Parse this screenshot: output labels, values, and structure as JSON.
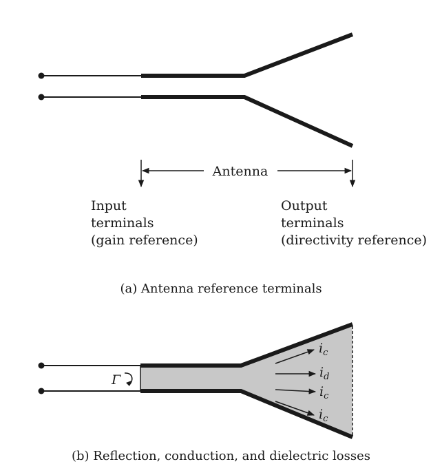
{
  "panel_a": {
    "dimension_label": "Antenna",
    "input_terminals": {
      "line1": "Input",
      "line2": "terminals",
      "line3": "(gain reference)"
    },
    "output_terminals": {
      "line1": "Output",
      "line2": "terminals",
      "line3": "(directivity reference)"
    },
    "caption": "(a)  Antenna reference terminals"
  },
  "panel_b": {
    "reflection_symbol": "Γ",
    "currents": [
      {
        "base": "i",
        "sub": "c"
      },
      {
        "base": "i",
        "sub": "d"
      },
      {
        "base": "i",
        "sub": "c"
      },
      {
        "base": "i",
        "sub": "c"
      }
    ],
    "caption": "(b)  Reflection, conduction, and dielectric losses"
  },
  "colors": {
    "ink": "#1a1a1a",
    "loss_fill": "#c8c8c8",
    "background": "#ffffff"
  }
}
